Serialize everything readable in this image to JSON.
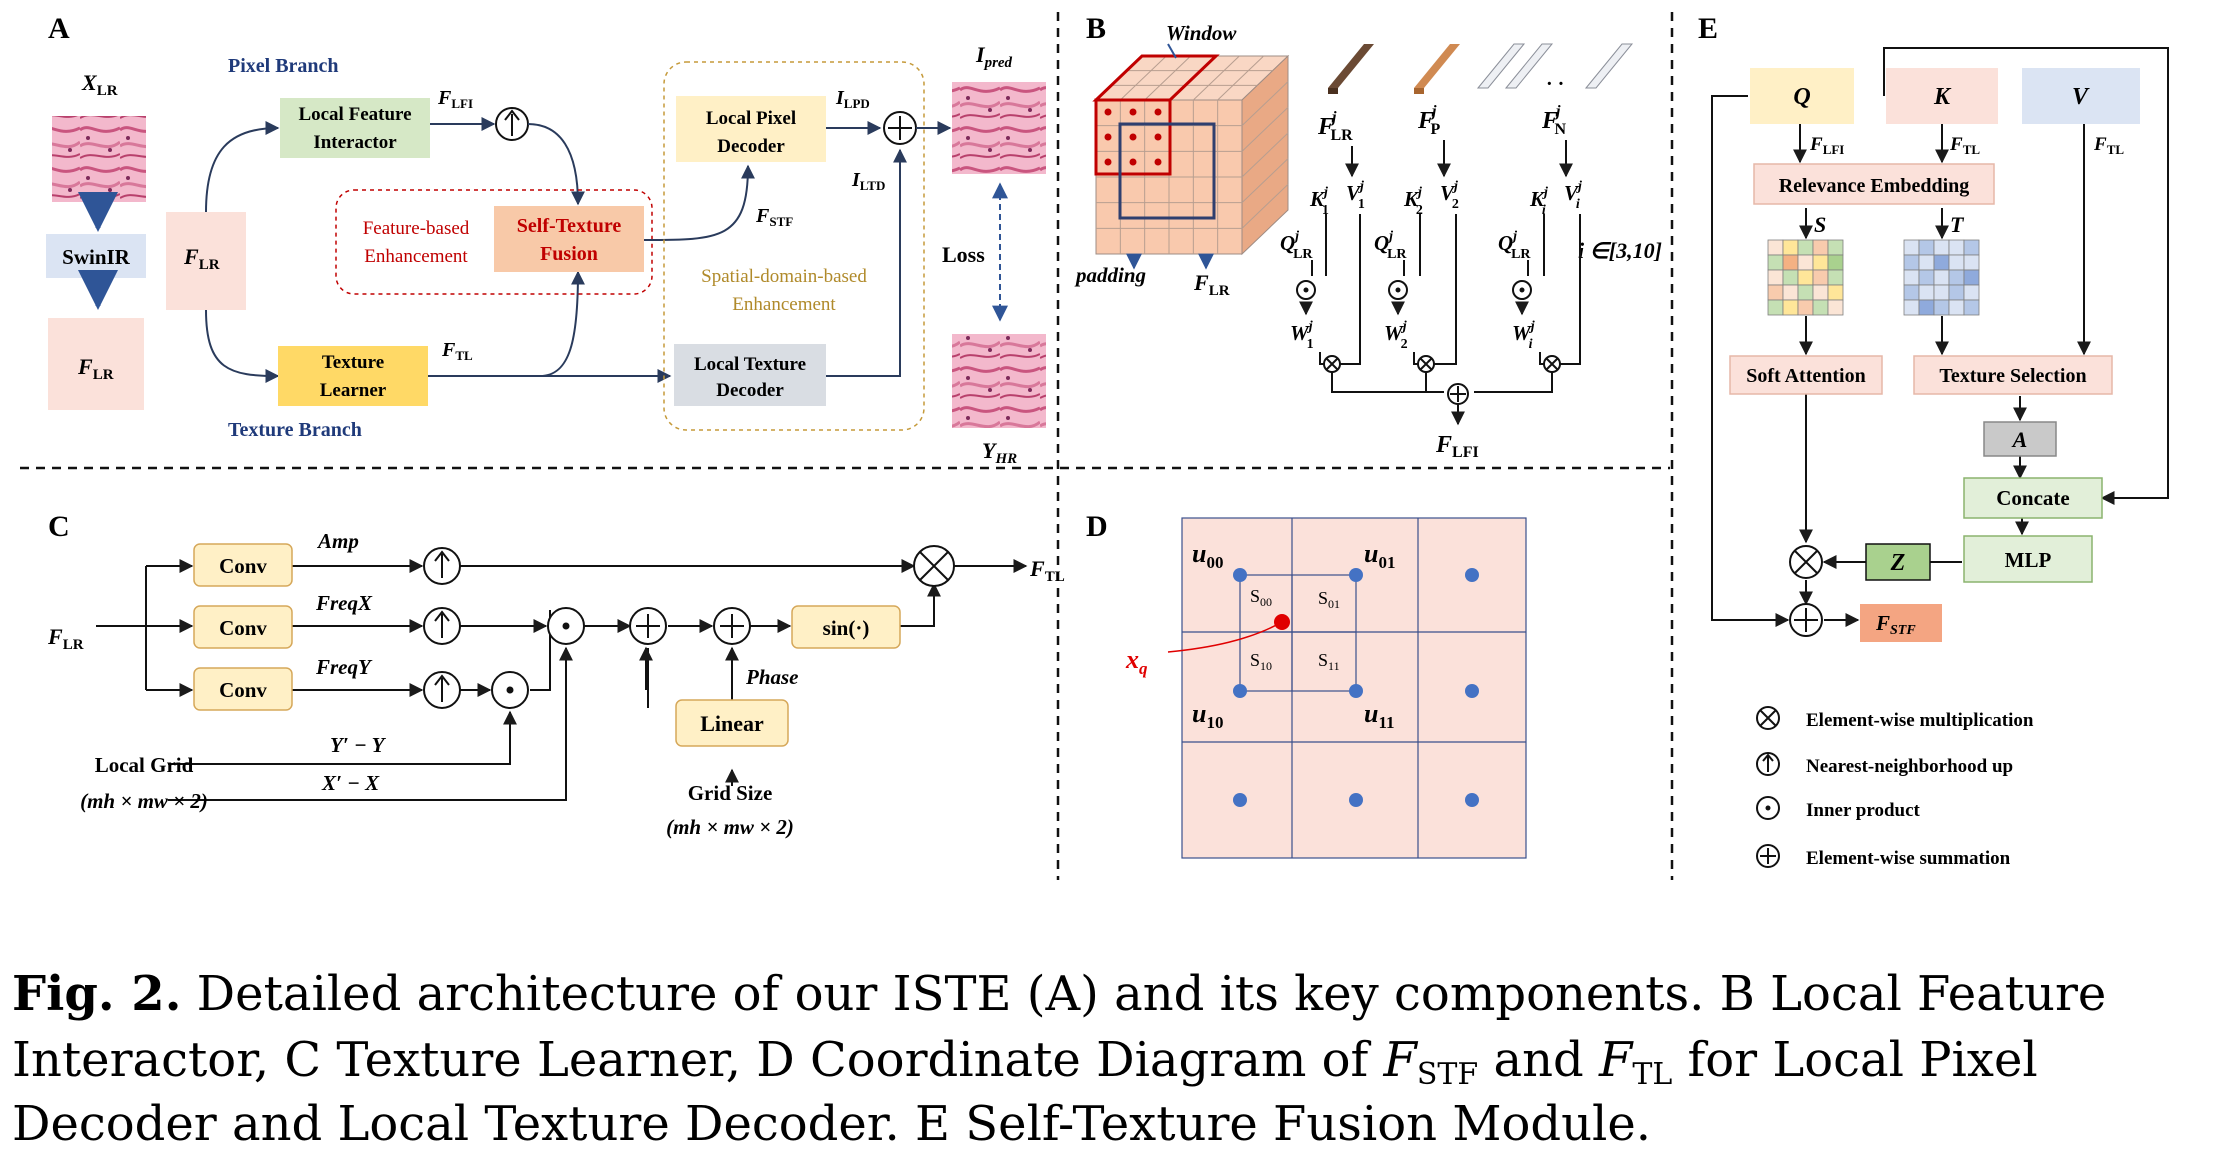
{
  "panels": {
    "a": "A",
    "b": "B",
    "c": "C",
    "d": "D",
    "e": "E"
  },
  "panel_a": {
    "x_lr": "X",
    "x_lr_sub": "LR",
    "swinir": "SwinIR",
    "f": "F",
    "lr_sub": "LR",
    "pixel_branch": "Pixel Branch",
    "texture_branch": "Texture Branch",
    "lfi_line1": "Local Feature",
    "lfi_line2": "Interactor",
    "tl_line1": "Texture",
    "tl_line2": "Learner",
    "lfi_sub": "LFI",
    "tl_sub": "TL",
    "stf_sub": "STF",
    "fb_line1": "Feature-based",
    "fb_line2": "Enhancement",
    "stfm_line1": "Self-Texture",
    "stfm_line2": "Fusion",
    "sd_line1": "Spatial-domain-based",
    "sd_line2": "Enhancement",
    "lpd_line1": "Local Pixel",
    "lpd_line2": "Decoder",
    "ltd_line1": "Local Texture",
    "ltd_line2": "Decoder",
    "i": "I",
    "lpd_sub": "LPD",
    "ltd_sub": "LTD",
    "i_pred_sub": "pred",
    "loss": "Loss",
    "y": "Y",
    "hr_sub": "HR"
  },
  "panel_b": {
    "window": "Window",
    "padding": "padding",
    "f": "F",
    "lr_sub": "LR",
    "p_sub": "P",
    "n_sub": "N",
    "lfi_sub": "LFI",
    "k": "K",
    "v": "V",
    "q": "Q",
    "w": "W",
    "j": "j",
    "s1": "1",
    "s2": "2",
    "si": "i",
    "dots": "· ·",
    "range": "i ∈[3,10]"
  },
  "panel_c": {
    "f": "F",
    "lr_sub": "LR",
    "tl_sub": "TL",
    "conv": "Conv",
    "amp": "Amp",
    "freqx": "FreqX",
    "freqy": "FreqY",
    "sin": "sin(·)",
    "phase": "Phase",
    "linear": "Linear",
    "local_grid": "Local Grid",
    "local_grid_dim": "(mh × mw × 2)",
    "yy": "Y′ − Y",
    "xx": "X′ − X",
    "grid_size": "Grid Size",
    "grid_size_dim": "(mh × mw × 2)"
  },
  "panel_d": {
    "u": "u",
    "u00": "00",
    "u01": "01",
    "u10": "10",
    "u11": "11",
    "s": "S",
    "s00": "00",
    "s01": "01",
    "s10": "10",
    "s11": "11",
    "x": "x",
    "q": "q"
  },
  "panel_e": {
    "q": "Q",
    "k": "K",
    "v": "V",
    "f": "F",
    "lfi_sub": "LFI",
    "tl_sub": "TL",
    "stf_sub": "STF",
    "relevance": "Relevance Embedding",
    "s": "S",
    "t": "T",
    "soft_attention": "Soft Attention",
    "texture_selection": "Texture Selection",
    "a": "A",
    "concat": "Concate",
    "mlp": "MLP",
    "z": "Z"
  },
  "legend": [
    {
      "symbol": "⊗",
      "label": "Element-wise multiplication"
    },
    {
      "symbol": "↑",
      "label": "Nearest-neighborhood up"
    },
    {
      "symbol": "·",
      "label": "Inner product"
    },
    {
      "symbol": "+",
      "label": "Element-wise summation"
    }
  ],
  "caption": {
    "fig": "Fig. 2.",
    "line1": "Detailed architecture of our ISTE (A) and its key components. B Local Feature",
    "line2_a": "Interactor, C Texture Learner, D Coordinate Diagram of ",
    "f": "F",
    "stf_sub": "STF",
    "and": " and ",
    "tl_sub": "TL",
    "line2_b": " for Local Pixel",
    "line3": "Decoder and Local Texture Decoder. E Self-Texture Fusion Module."
  },
  "colors": {
    "green_box": "#d6e8c6",
    "yellow_box": "#fff0c6",
    "gold_box": "#ffd966",
    "pink_box": "#fbe1da",
    "orange_box": "#f8c9a8",
    "blue_box": "#dbe4f3",
    "grey_box": "#d9dde3",
    "red_text": "#c00000",
    "navy_text": "#1f3a7a",
    "gold_text": "#b08a2a",
    "arrow": "#2a3b5c",
    "stf_fill": "#f4a582",
    "z_fill": "#a9d18e",
    "concat_fill": "#e2efd9",
    "grid_fill": "#fbe1da",
    "grid_dot": "#4472c4",
    "xq_dot": "#e00000"
  }
}
